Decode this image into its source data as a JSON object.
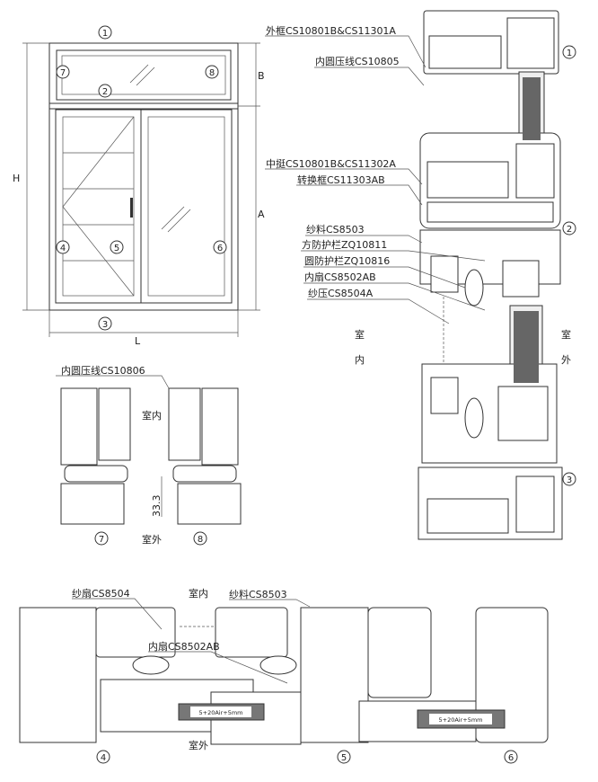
{
  "elevation": {
    "markers": [
      "1",
      "2",
      "3",
      "4",
      "5",
      "6",
      "7",
      "8"
    ],
    "dims": {
      "width": "L",
      "height": "H",
      "transom": "B",
      "sash": "A"
    }
  },
  "vertical_section": {
    "labels": [
      "外框CS10801B&CS11301A",
      "内圆压线CS10805",
      "中挺CS10801B&CS11302A",
      "转换框CS11303AB",
      "纱料CS8503",
      "方防护栏ZQ10811",
      "圆防护栏ZQ10816",
      "内扇CS8502AB",
      "纱压CS8504A"
    ],
    "markers": [
      "1",
      "2",
      "3"
    ],
    "inside": [
      "室",
      "内"
    ],
    "outside": [
      "室",
      "外"
    ]
  },
  "small_section": {
    "label": "内圆压线CS10806",
    "inside": "室内",
    "outside": "室外",
    "dimension": "33.3",
    "markers": [
      "7",
      "8"
    ]
  },
  "horizontal_section": {
    "labels": [
      "纱扇CS8504",
      "纱料CS8503",
      "内扇CS8502AB"
    ],
    "inside": "室内",
    "outside": "室外",
    "glass": [
      "5+20Air+5mm",
      "5+20Air+5mm"
    ],
    "markers": [
      "4",
      "5",
      "6"
    ]
  }
}
